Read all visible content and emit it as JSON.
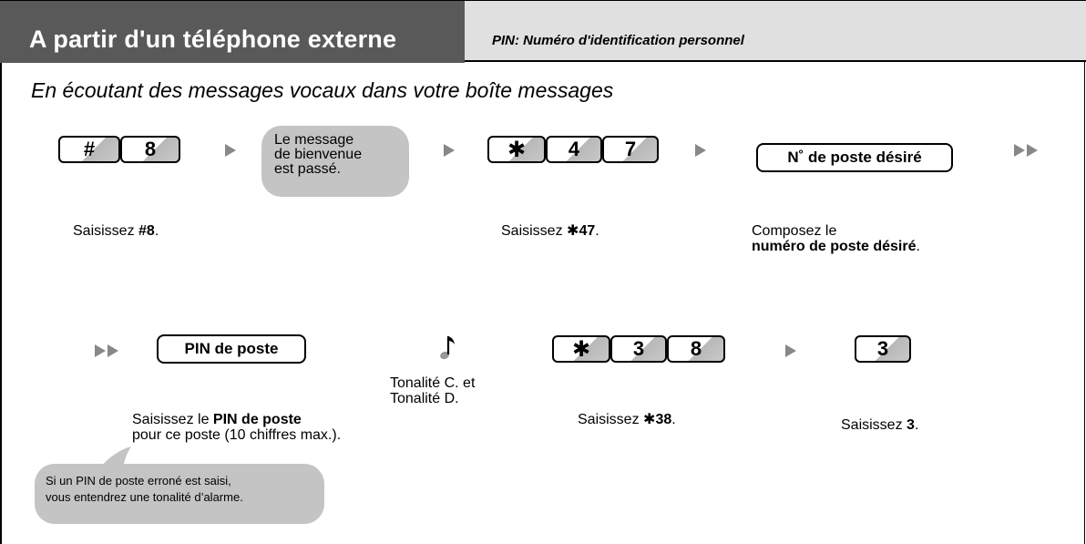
{
  "header": {
    "title": "A partir d'un téléphone externe",
    "note": "PIN: Numéro d'identification personnel"
  },
  "subtitle": "En écoutant des messages vocaux dans votre boîte messages",
  "row1": {
    "keys_a": [
      "#",
      "8"
    ],
    "bubble_lines": [
      "Le message",
      "de bienvenue",
      "est passé."
    ],
    "keys_b": [
      "✱",
      "4",
      "7"
    ],
    "box_label": "N˚ de poste désiré",
    "cap1_prefix": "Saisissez ",
    "cap1_bold": "#8",
    "cap1_suffix": ".",
    "cap2_prefix": "Saisissez ",
    "cap2_bold": "✱47",
    "cap2_suffix": ".",
    "cap3_line1": "Composez le",
    "cap3_bold": "numéro de poste désiré",
    "cap3_suffix": "."
  },
  "row2": {
    "box_label": "PIN de poste",
    "tone_line1": "Tonalité C. et",
    "tone_line2": "Tonalité D.",
    "keys_c": [
      "✱",
      "3",
      "8"
    ],
    "key_d": "3",
    "cap4_prefix": "Saisissez le ",
    "cap4_bold": "PIN de poste",
    "cap4_line2": "pour ce poste (10 chiffres max.).",
    "cap5_prefix": "Saisissez ",
    "cap5_bold": "✱38",
    "cap5_suffix": ".",
    "cap6_prefix": "Saisissez ",
    "cap6_bold": "3",
    "cap6_suffix": "."
  },
  "warning": {
    "line1": "Si un PIN de poste erroné est saisi,",
    "line2": "vous entendrez une tonalité d’alarme."
  }
}
